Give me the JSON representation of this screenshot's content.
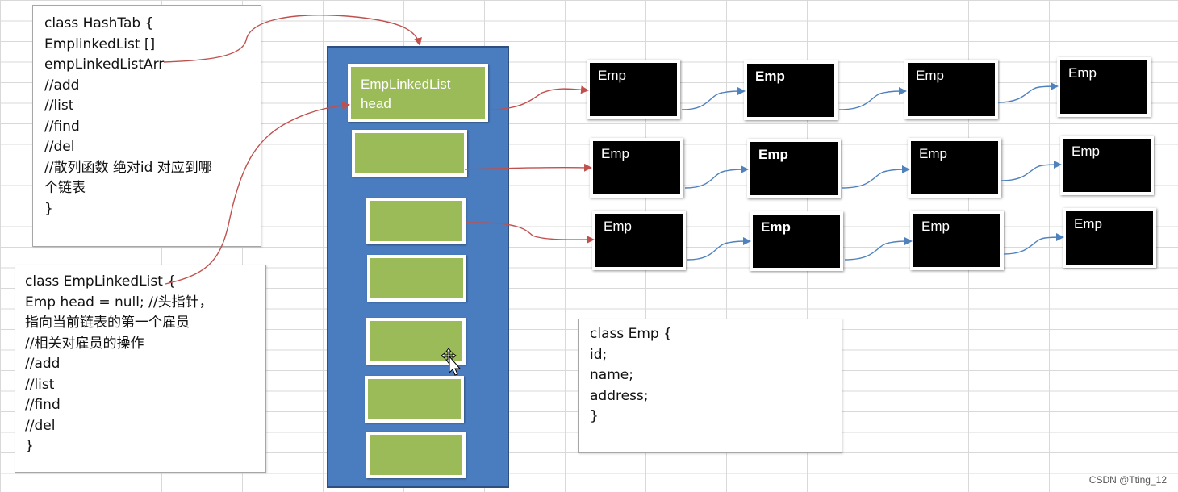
{
  "hashtab_code": [
    "class HashTab  {",
    "  EmplinkedList []",
    "empLinkedListArr",
    " //add",
    " //list",
    "//find",
    "//del",
    "//散列函数 绝对id 对应到哪",
    "个链表",
    "}"
  ],
  "emplinkedlist_code": [
    "class  EmpLinkedList {",
    "  Emp head = null; //头指针，",
    "  指向当前链表的第一个雇员",
    " //相关对雇员的操作",
    "//add",
    " //list",
    "//find",
    "//del",
    "}"
  ],
  "emp_class_code": [
    "class Emp {",
    " id;",
    " name;",
    " address;",
    "}"
  ],
  "head_slot_label": [
    "EmpLinkedList",
    "head"
  ],
  "emp_label": "Emp",
  "watermark": "CSDN @Tting_12",
  "colors": {
    "table_fill": "#4a7cc0",
    "slot_fill": "#9bbb59",
    "node_fill": "#000000",
    "red_arrow": "#c0504d",
    "blue_arrow": "#4f81bd"
  }
}
